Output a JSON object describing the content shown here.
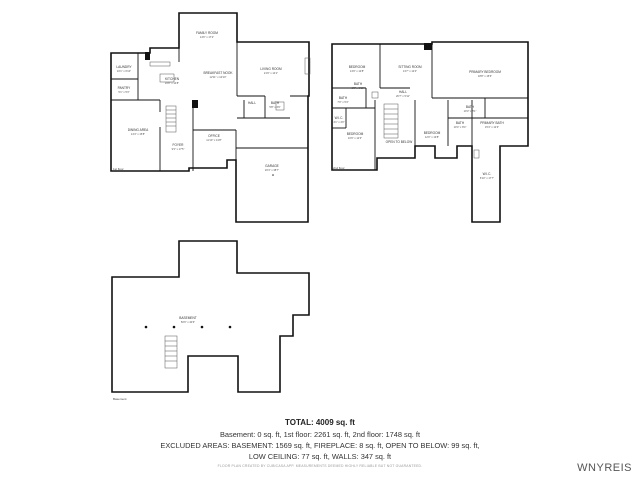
{
  "floors": {
    "first": {
      "tag": "1st floor",
      "rooms": [
        {
          "id": "family-room",
          "name": "FAMILY ROOM",
          "dim": "14'6\" x 17'2\""
        },
        {
          "id": "laundry",
          "name": "LAUNDRY",
          "dim": "10'1\" x 6'10\""
        },
        {
          "id": "pantry",
          "name": "PANTRY",
          "dim": "5'1\" x 5'3\""
        },
        {
          "id": "kitchen",
          "name": "KITCHEN",
          "dim": "16'8\" x 14'8\""
        },
        {
          "id": "breakfast-nook",
          "name": "BREAKFAST NOOK",
          "dim": "12'11\" x 10'10\""
        },
        {
          "id": "living-room",
          "name": "LIVING ROOM",
          "dim": "21'9\" x 14'1\""
        },
        {
          "id": "hall-1",
          "name": "HALL",
          "dim": ""
        },
        {
          "id": "bath-1",
          "name": "BATH",
          "dim": "5'8\" x 4'9\""
        },
        {
          "id": "dining-area",
          "name": "DINING AREA",
          "dim": "14'4\" x 15'8\""
        },
        {
          "id": "foyer",
          "name": "FOYER",
          "dim": "9'3\" x 17'5\""
        },
        {
          "id": "office",
          "name": "OFFICE",
          "dim": "11'10\" x 13'8\""
        },
        {
          "id": "garage",
          "name": "GARAGE",
          "dim": "20'4\" x 38'7\""
        }
      ]
    },
    "second": {
      "tag": "2nd floor",
      "rooms": [
        {
          "id": "bedroom-nw",
          "name": "BEDROOM",
          "dim": "14'9\" x 12'8\""
        },
        {
          "id": "sitting-room",
          "name": "SITTING ROOM",
          "dim": "13'7\" x 12'4\""
        },
        {
          "id": "primary-bedroom",
          "name": "PRIMARY BEDROOM",
          "dim": "18'8\" x 15'6\""
        },
        {
          "id": "bath-2a",
          "name": "BATH",
          "dim": "7'0\" x 5'4\""
        },
        {
          "id": "bath-2b",
          "name": "BATH",
          "dim": "5'3\" x 8'10\""
        },
        {
          "id": "hall-2",
          "name": "HALL",
          "dim": "26'7\" x 5'11\""
        },
        {
          "id": "wic-2a",
          "name": "W.I.C.",
          "dim": "4'1\" x 4'0\""
        },
        {
          "id": "bedroom-sw",
          "name": "BEDROOM",
          "dim": "10'9\" x 12'3\""
        },
        {
          "id": "open-below",
          "name": "OPEN TO BELOW",
          "dim": ""
        },
        {
          "id": "bedroom-s",
          "name": "BEDROOM",
          "dim": "12'0\" x 13'8\""
        },
        {
          "id": "bath-2c",
          "name": "BATH",
          "dim": "10'4\" x 8'4\""
        },
        {
          "id": "bath-2d",
          "name": "BATH",
          "dim": "10'3\" x 8'1\""
        },
        {
          "id": "primary-bath",
          "name": "PRIMARY BATH",
          "dim": "15'4\" x 12'3\""
        },
        {
          "id": "wic-2b",
          "name": "W.I.C.",
          "dim": "6'10\" x 17'7\""
        }
      ]
    },
    "basement": {
      "tag": "Basement",
      "rooms": [
        {
          "id": "basement-room",
          "name": "BASEMENT",
          "dim": "50'6\" x 40'6\""
        }
      ]
    }
  },
  "summary": {
    "total": "TOTAL: 4009 sq. ft",
    "line1": "Basement: 0 sq. ft, 1st floor: 2261 sq. ft, 2nd floor: 1748 sq. ft",
    "line2": "EXCLUDED AREAS: BASEMENT: 1569 sq. ft, FIREPLACE: 8 sq. ft, OPEN TO BELOW: 99 sq. ft,",
    "line3": "LOW CEILING: 77 sq. ft, WALLS: 347 sq. ft",
    "disclaimer": "FLOOR PLAN CREATED BY CUBICASA APP. MEASUREMENTS DEEMED HIGHLY RELIABLE BUT NOT GUARANTEED."
  },
  "brand": "WNYREIS",
  "colors": {
    "wall": "#111111",
    "thin": "#666666",
    "text": "#333333"
  }
}
